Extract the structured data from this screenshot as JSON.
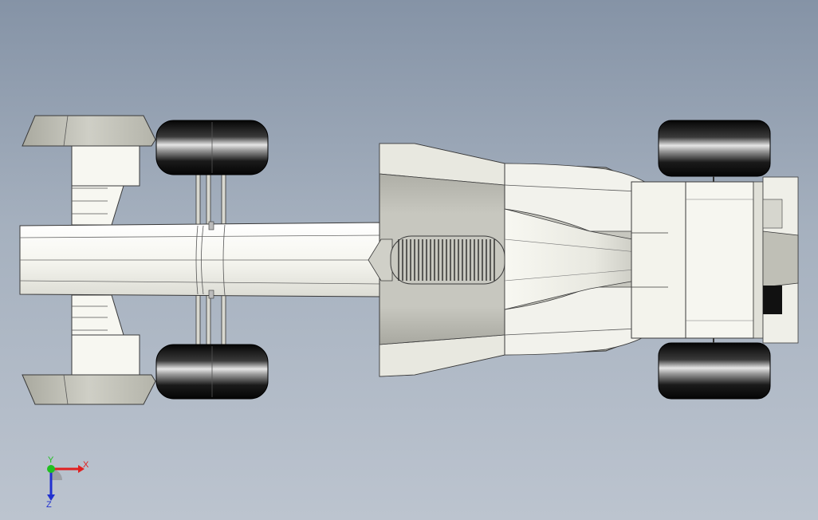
{
  "viewport": {
    "background_top": "#8593a6",
    "background_bottom": "#bcc4cf"
  },
  "model": {
    "body_color": "#f4f4ee",
    "tire_color": "#0a0a0a",
    "wing_color": "#b8b8ae",
    "sidepod_gray": "#c9c9c0",
    "outline_color": "#3a3a3a"
  },
  "triad": {
    "x_label": "X",
    "y_label": "Y",
    "z_label": "Z",
    "x_color": "#e02020",
    "y_color": "#20c020",
    "z_color": "#2030d0"
  }
}
